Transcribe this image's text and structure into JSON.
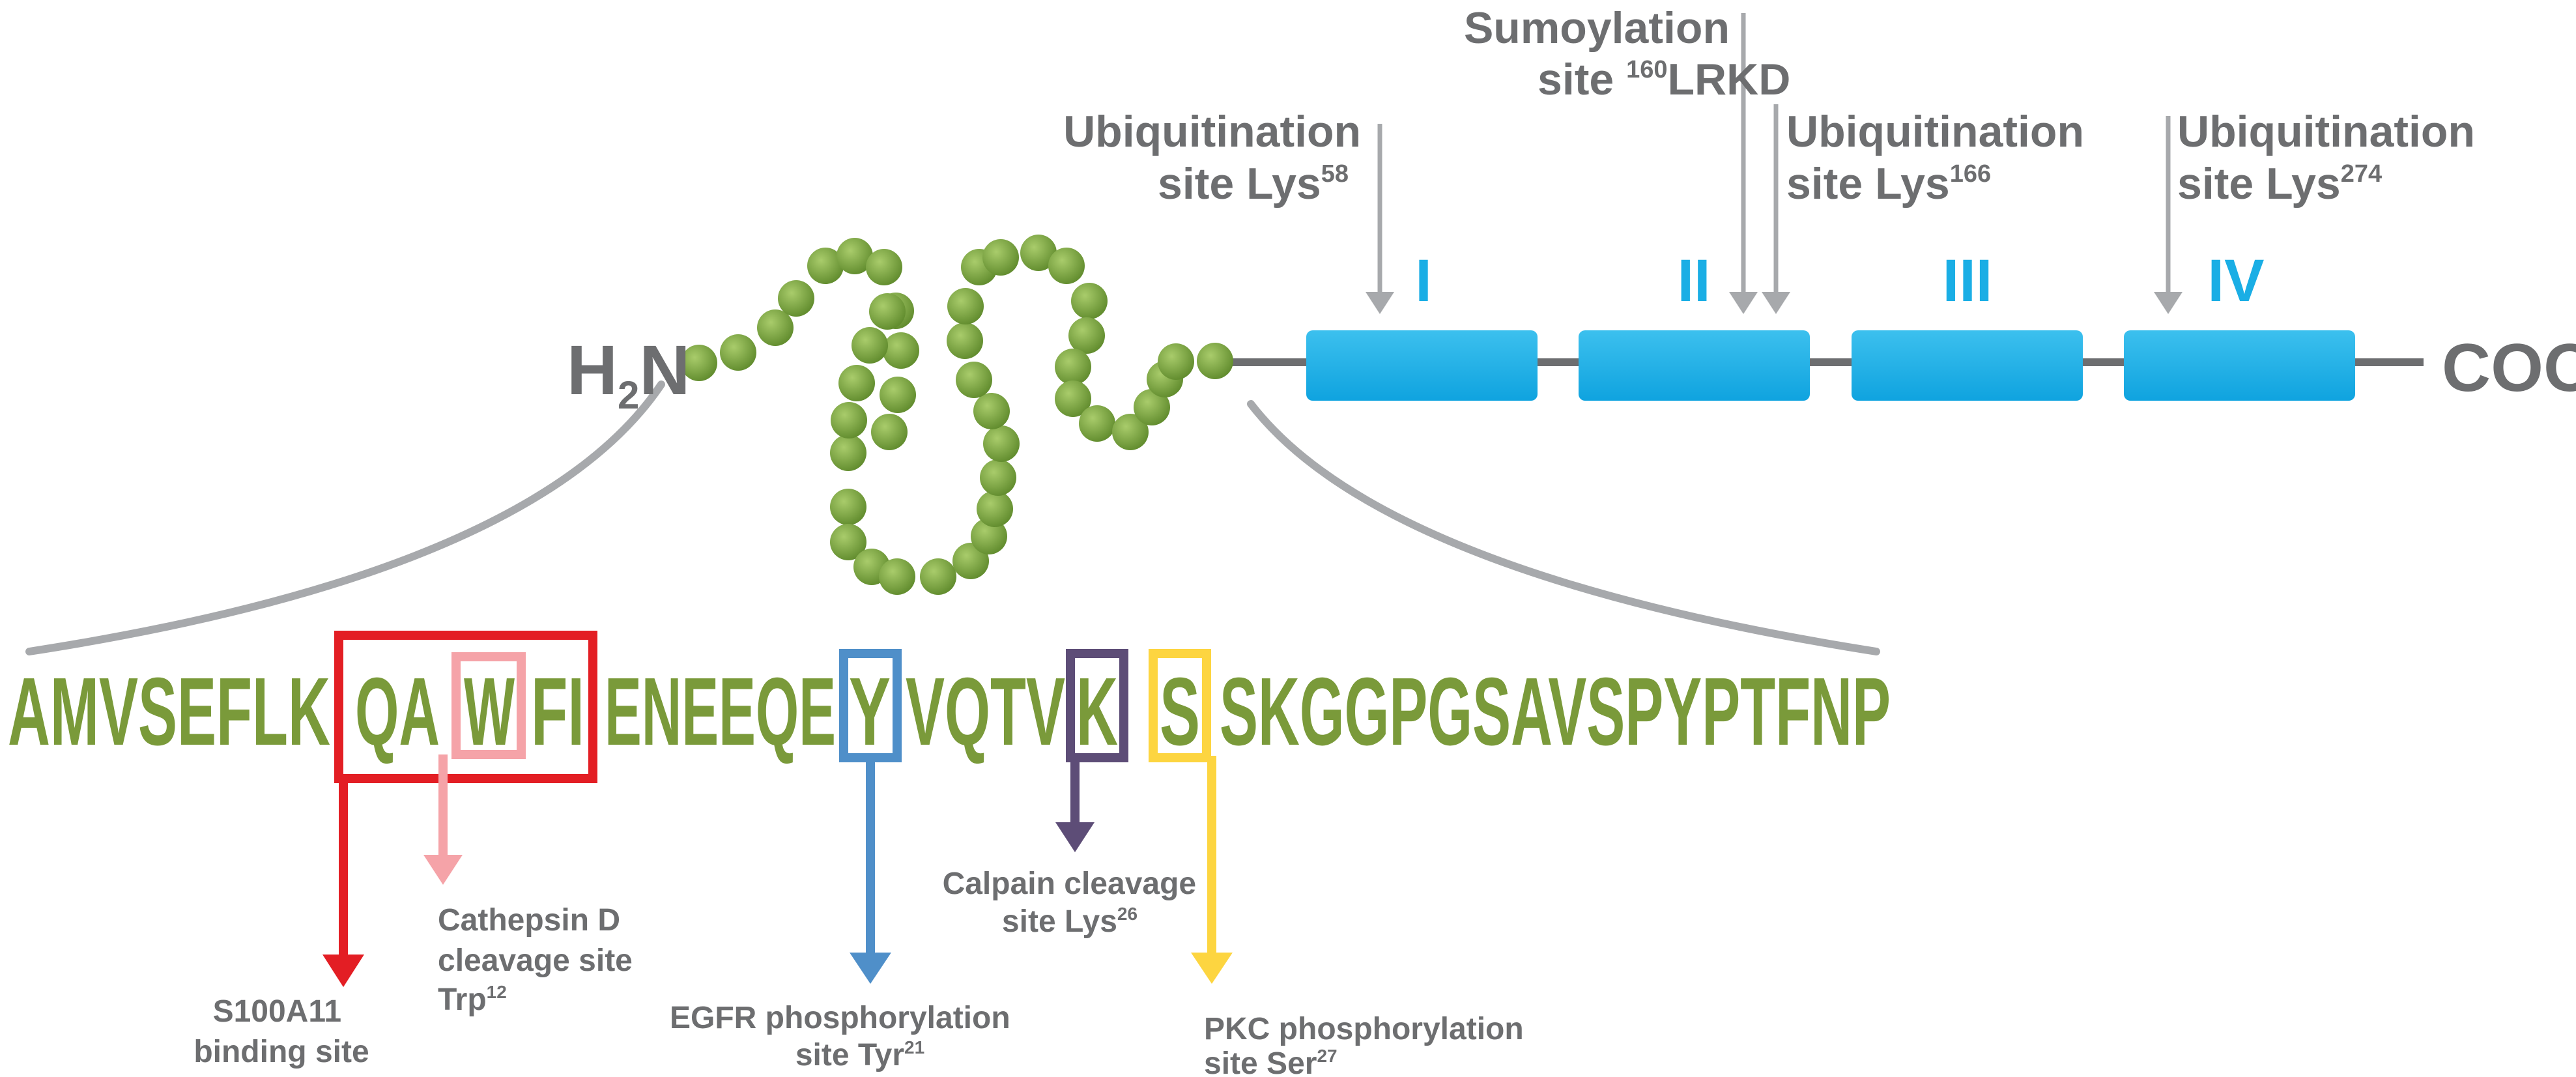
{
  "termini": {
    "n_terminus_H": "H",
    "n_terminus_sub": "2",
    "n_terminus_N": "N",
    "c_terminus": "COOH"
  },
  "domains": [
    "I",
    "II",
    "III",
    "IV"
  ],
  "top_sites": {
    "sumo": {
      "line1": "Sumoylation",
      "line2_pre": "site ",
      "sup": "160",
      "line2_post": "LRKD"
    },
    "ubi58": {
      "line1": "Ubiquitination",
      "line2": "site Lys",
      "sup": "58"
    },
    "ubi166": {
      "line1": "Ubiquitination",
      "line2": "site Lys",
      "sup": "166"
    },
    "ubi274": {
      "line1": "Ubiquitination",
      "line2": "site Lys",
      "sup": "274"
    }
  },
  "sequence": {
    "seg1": "AMVSEFLK",
    "seg2": "QA",
    "seg3": "W",
    "seg4": "FI",
    "seg5": "ENEEQE",
    "seg6": "Y",
    "seg7": "VQTV",
    "seg8": "K",
    "seg9": "S",
    "seg10": "SKGGPGSAVSPYPTFNP"
  },
  "bottom_sites": {
    "s100": {
      "line1": "S100A11",
      "line2": "binding site"
    },
    "cathepsin": {
      "line1": "Cathepsin D",
      "line2": "cleavage site",
      "line3": "Trp",
      "sup": "12"
    },
    "egfr": {
      "line1": "EGFR phosphorylation",
      "line2": "site Tyr",
      "sup": "21"
    },
    "calpain": {
      "line1": "Calpain cleavage",
      "line2": "site Lys",
      "sup": "26"
    },
    "pkc": {
      "line1": "PKC phosphorylation",
      "line2": "site Ser",
      "sup": "27"
    }
  },
  "colors": {
    "green": "#7a9a3a",
    "bead": "#6e9c36",
    "domain_blue": "#1aaee5",
    "grey": "#6d6e70",
    "red": "#e31e24",
    "pink": "#f5a3a8",
    "blue": "#4f8fc9",
    "purple": "#5d4d77",
    "yellow": "#fdd540"
  }
}
